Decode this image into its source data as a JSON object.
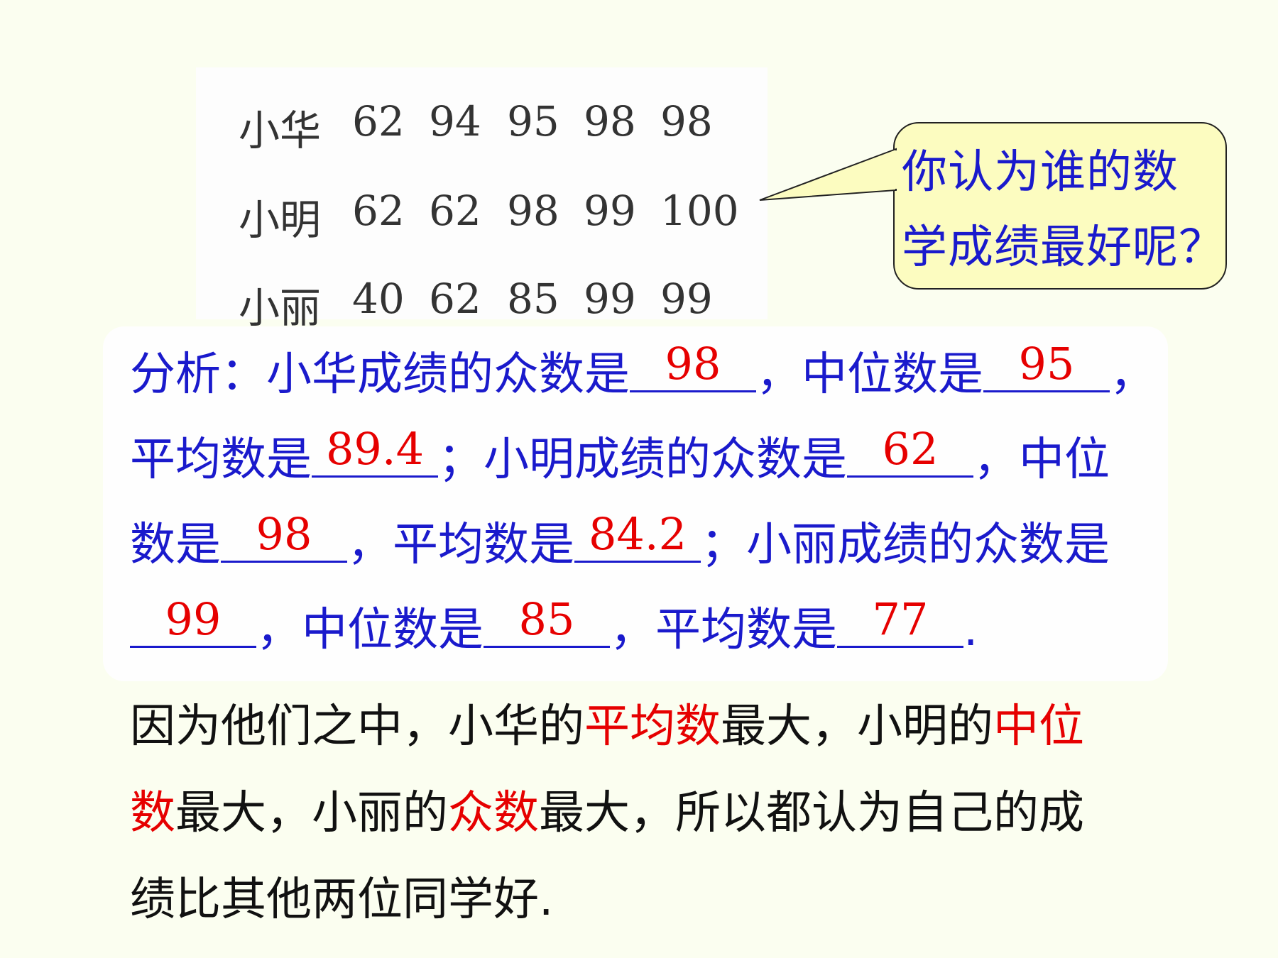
{
  "score_table": {
    "rows": [
      {
        "name": "小华",
        "scores": [
          "62",
          "94",
          "95",
          "98",
          "98"
        ]
      },
      {
        "name": "小明",
        "scores": [
          "62",
          "62",
          "98",
          "99",
          "100"
        ]
      },
      {
        "name": "小丽",
        "scores": [
          "40",
          "62",
          "85",
          "99",
          "99"
        ]
      }
    ]
  },
  "callout": {
    "line1": "你认为谁的数",
    "line2": "学成绩最好呢？"
  },
  "analysis": {
    "p1": "分析：小华成绩的众数是",
    "a1": "98",
    "p2": "，中位数是",
    "a2": "95",
    "p3": "，",
    "p4": "平均数是",
    "a3": "89.4",
    "p5": "；小明成绩的众数是",
    "a4": "62",
    "p6": "，中位",
    "p7": "数是",
    "a5": "98",
    "p8": "，平均数是",
    "a6": "84.2",
    "p9": "；小丽成绩的众数是",
    "a7": "99",
    "p10": "，中位数是",
    "a8": "85",
    "p11": "，平均数是",
    "a9": "77",
    "p12": "."
  },
  "conclusion": {
    "t1": "因为他们之中，小华的",
    "h1": "平均数",
    "t2": "最大，小明的",
    "h2": "中位",
    "h3": "数",
    "t3": "最大，小丽的",
    "h4": "众数",
    "t4": "最大，所以都认为自己的成",
    "t5": "绩比其他两位同学好."
  },
  "colors": {
    "analysis_text": "#1a1acc",
    "answer": "#e60000",
    "callout_fill": "#fcfcc0"
  }
}
